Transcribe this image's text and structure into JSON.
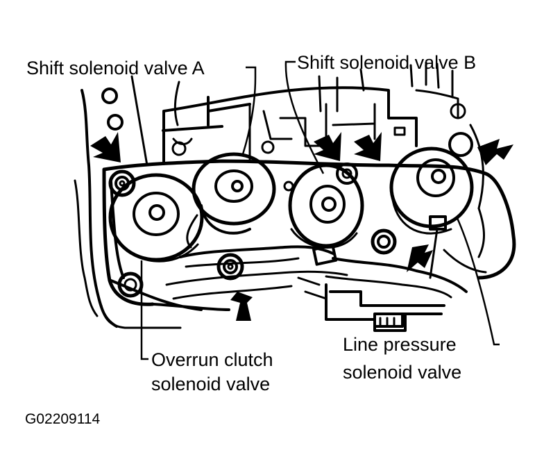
{
  "labels": {
    "shift_a": "Shift solenoid valve A",
    "shift_b": "Shift solenoid valve B",
    "overrun_line1": "Overrun clutch",
    "overrun_line2": "solenoid valve",
    "line_pressure_line1": "Line pressure",
    "line_pressure_line2": "solenoid valve"
  },
  "figure_id": "G02209114",
  "colors": {
    "ink": "#000000",
    "paper": "#ffffff"
  },
  "icons": {
    "arrow": "solid-arrow-icon"
  }
}
